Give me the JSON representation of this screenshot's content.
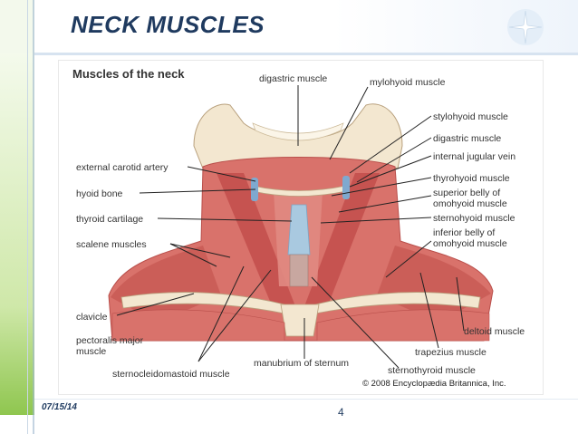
{
  "slide": {
    "title": "NECK MUSCLES",
    "date": "07/15/14",
    "page_number": "4"
  },
  "diagram": {
    "title": "Muscles of the neck",
    "copyright": "© 2008 Encyclopædia Britannica, Inc.",
    "labels_left": [
      "external carotid artery",
      "hyoid bone",
      "thyroid cartilage",
      "scalene muscles",
      "clavicle",
      "pectoralis major",
      "muscle",
      "sternocleidomastoid muscle"
    ],
    "labels_top": [
      "digastric muscle",
      "mylohyoid muscle"
    ],
    "labels_right": [
      "stylohyoid muscle",
      "digastric muscle",
      "internal jugular vein",
      "thyrohyoid muscle",
      "superior belly of",
      "omohyoid muscle",
      "sternohyoid muscle",
      "inferior belly of",
      "omohyoid muscle",
      "deltoid muscle",
      "trapezius muscle",
      "sternothyroid muscle"
    ],
    "labels_bottom": [
      "manubrium of sternum"
    ]
  },
  "colors": {
    "title": "#1f3a5f",
    "muscle": "#d9726b",
    "muscle_dark": "#b94f4b",
    "bone": "#f3e7d0",
    "vessel": "#8fb8d8",
    "accent_green": "#8fc64f"
  }
}
